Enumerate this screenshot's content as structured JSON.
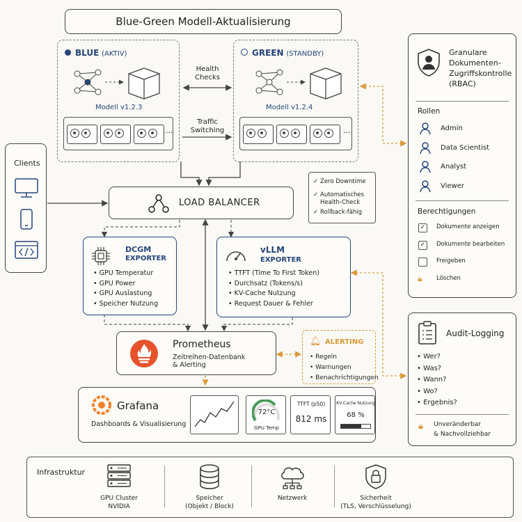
{
  "title": "Blue-Green Modell-Aktualisierung",
  "blue": {
    "label": "BLUE",
    "status": "(AKTIV)",
    "model": "Modell  v1.2.3",
    "ellipsis": "..."
  },
  "green": {
    "label": "GREEN",
    "status": "(STANDBY)",
    "model": "Modell  v1.2.4",
    "ellipsis": "..."
  },
  "center": {
    "health": "Health\nChecks",
    "traffic": "Traffic\nSwitching"
  },
  "clients": {
    "title": "Clients"
  },
  "load_balancer": {
    "label": "LOAD BALANCER"
  },
  "benefits": [
    "Zero Downtime",
    "Automatisches Health-Check",
    "Rollback-fähig"
  ],
  "dcgm": {
    "title": "DCGM",
    "subtitle": "EXPORTER",
    "items": [
      "GPU Temperatur",
      "GPU Power",
      "GPU Auslastung",
      "Speicher Nutzung"
    ]
  },
  "vllm": {
    "title": "vLLM",
    "subtitle": "EXPORTER",
    "items": [
      "TTFT (Time To First Token)",
      "Durchsatz (Tokens/s)",
      "KV-Cache Nutzung",
      "Request Dauer & Fehler"
    ]
  },
  "prometheus": {
    "title": "Prometheus",
    "subtitle": "Zeitreihen-Datenbank\n& Alerting"
  },
  "alerting": {
    "title": "ALERTING",
    "items": [
      "Regeln",
      "Warnungen",
      "Benachrichtigungen"
    ]
  },
  "grafana": {
    "title": "Grafana",
    "subtitle": "Dashboards & Visualisierung",
    "gauge_value": "72°C",
    "gauge_label": "GPU Temp",
    "ttft_label": "TTFT (p50)",
    "ttft_value": "812 ms",
    "kv_label": "KV-Cache Nutzung",
    "kv_value": "68 %",
    "kv_fraction": 0.68
  },
  "rbac": {
    "title": "Granulare\nDokumenten-\nZugriffskontrolle\n(RBAC)",
    "roles_title": "Rollen",
    "roles": [
      "Admin",
      "Data Scientist",
      "Analyst",
      "Viewer"
    ],
    "perms_title": "Berechtigungen",
    "perms": [
      {
        "label": "Dokumente anzeigen",
        "checked": true
      },
      {
        "label": "Dokumente bearbeiten",
        "checked": true
      },
      {
        "label": "Freigeben",
        "checked": false
      },
      {
        "label": "Löschen",
        "lock": true
      }
    ]
  },
  "audit": {
    "title": "Audit-Logging",
    "items": [
      "Wer?",
      "Was?",
      "Wann?",
      "Wo?",
      "Ergebnis?"
    ],
    "footer": "Unveränderbar\n& Nachvollziehbar"
  },
  "infra": {
    "title": "Infrastruktur",
    "items": [
      {
        "label": "GPU Cluster\nNVIDIA",
        "icon": "server-rack-icon"
      },
      {
        "label": "Speicher\n(Objekt / Block)",
        "icon": "database-icon"
      },
      {
        "label": "Netzwerk",
        "icon": "cloud-network-icon"
      },
      {
        "label": "Sicherheit\n(TLS, Verschlüsselung)",
        "icon": "shield-lock-icon"
      }
    ]
  },
  "colors": {
    "navy": "#26457a",
    "orange": "#d99a3a",
    "prometheus": "#e6522c",
    "grafana": "#f0822a"
  }
}
